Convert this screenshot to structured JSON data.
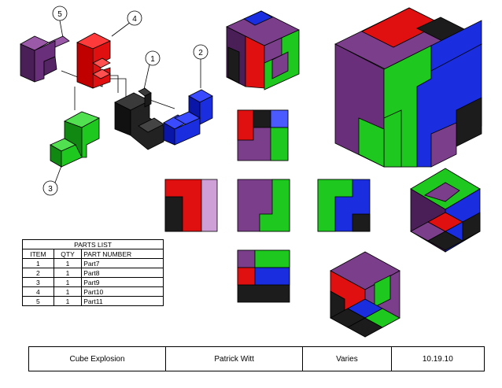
{
  "balloons": [
    "1",
    "2",
    "3",
    "4",
    "5"
  ],
  "parts_list": {
    "title": "PARTS LIST",
    "headers": [
      "ITEM",
      "QTY",
      "PART NUMBER"
    ],
    "rows": [
      [
        "1",
        "1",
        "Part7"
      ],
      [
        "2",
        "1",
        "Part8"
      ],
      [
        "3",
        "1",
        "Part9"
      ],
      [
        "4",
        "1",
        "Part10"
      ],
      [
        "5",
        "1",
        "Part11"
      ]
    ]
  },
  "title_block": {
    "title": "Cube Explosion",
    "author": "Patrick Witt",
    "scale": "Varies",
    "date": "10.19.10"
  },
  "colors": {
    "purple": "#7a3e8a",
    "dark_purple": "#4a1f57",
    "red": "#e01010",
    "green": "#1fc81f",
    "blue": "#1a2ee0",
    "black": "#1c1c1c"
  }
}
